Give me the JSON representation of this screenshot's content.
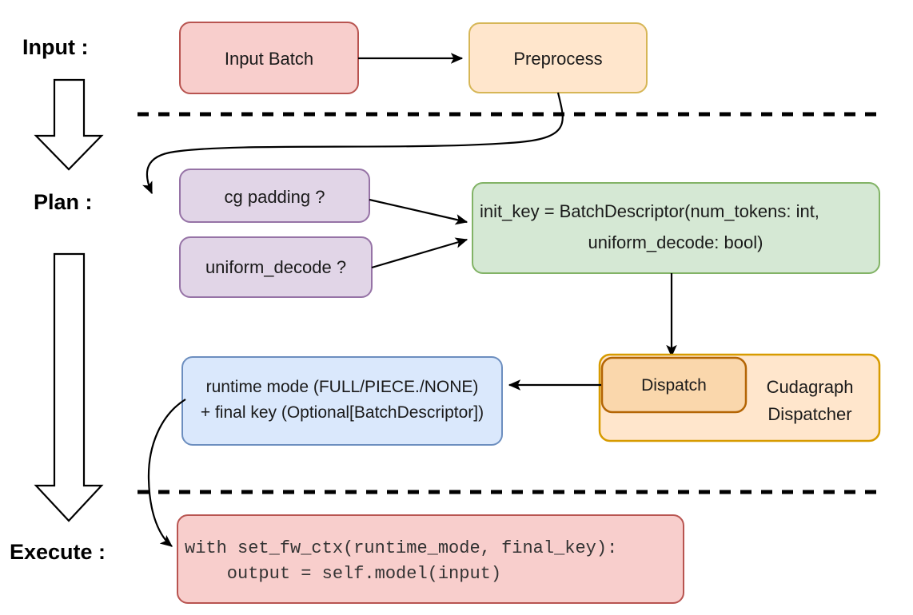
{
  "title": "vLLM cudagraph dispatch pipeline diagram",
  "stages": [
    {
      "id": "input",
      "label": "Input :"
    },
    {
      "id": "plan",
      "label": "Plan :"
    },
    {
      "id": "execute",
      "label": "Execute :"
    }
  ],
  "nodes": {
    "input_batch": {
      "label": "Input Batch",
      "fill": "#f8cecc",
      "stroke": "#b85450"
    },
    "preprocess": {
      "label": "Preprocess",
      "fill": "#ffe6cc",
      "stroke": "#d6b656"
    },
    "cg_padding": {
      "label": "cg padding ?",
      "fill": "#e1d5e7",
      "stroke": "#9673a6"
    },
    "uniform_decode": {
      "label": "uniform_decode ?",
      "fill": "#e1d5e7",
      "stroke": "#9673a6"
    },
    "init_key": {
      "line1": "init_key = BatchDescriptor(num_tokens: int,",
      "line2": "uniform_decode: bool)",
      "fill": "#d5e8d4",
      "stroke": "#82b366"
    },
    "runtime_mode": {
      "line1": "runtime mode (FULL/PIECE./NONE)",
      "line2": "+ final key (Optional[BatchDescriptor])",
      "fill": "#dae8fc",
      "stroke": "#6c8ebf"
    },
    "dispatch": {
      "label": "Dispatch",
      "fill": "#fad7ac",
      "stroke": "#b46504"
    },
    "cudagraph_dispatcher": {
      "line1": "Cudagraph",
      "line2": "Dispatcher",
      "fill": "#ffe6cc",
      "stroke": "#d79b00"
    },
    "code_block": {
      "line1": "with set_fw_ctx(runtime_mode, final_key):",
      "line2": "    output = self.model(input)",
      "fill": "#f8cecc",
      "stroke": "#b85450"
    }
  },
  "icons": {
    "stage_arrow_1": "down-arrow-icon",
    "stage_arrow_2": "down-arrow-icon",
    "divider_top": "dashed-divider",
    "divider_bottom": "dashed-divider"
  },
  "edges": [
    {
      "name": "input-batch-to-preprocess",
      "kind": "straight-arrow"
    },
    {
      "name": "preprocess-to-cg-padding",
      "kind": "curved-arrow"
    },
    {
      "name": "cg-padding-to-init-key",
      "kind": "straight-arrow"
    },
    {
      "name": "uniform-decode-to-init-key",
      "kind": "straight-arrow"
    },
    {
      "name": "init-key-to-dispatch",
      "kind": "straight-arrow"
    },
    {
      "name": "dispatch-to-runtime-mode",
      "kind": "straight-arrow"
    },
    {
      "name": "runtime-mode-to-code-block",
      "kind": "curved-arrow"
    }
  ]
}
